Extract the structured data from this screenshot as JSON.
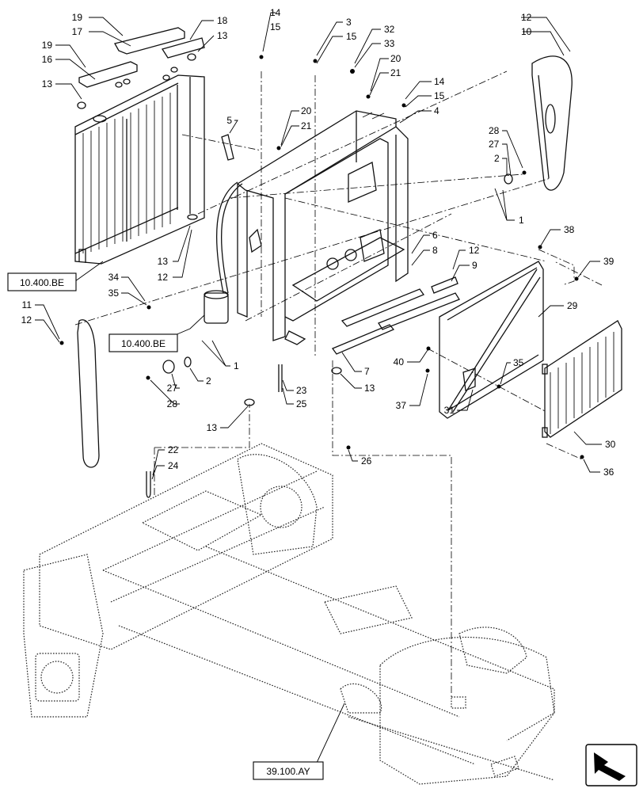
{
  "callouts": [
    "1",
    "2",
    "3",
    "4",
    "5",
    "6",
    "7",
    "8",
    "9",
    "10",
    "11",
    "12",
    "13",
    "14",
    "15",
    "16",
    "17",
    "18",
    "19",
    "20",
    "21",
    "22",
    "23",
    "24",
    "25",
    "26",
    "27",
    "28",
    "29",
    "30",
    "31",
    "32",
    "33",
    "34",
    "35",
    "36",
    "37",
    "38",
    "39",
    "40"
  ],
  "labels": {
    "l1": "19",
    "l2": "17",
    "l3": "18",
    "l4": "13",
    "l5": "19",
    "l6": "16",
    "l7": "13",
    "l8": "14",
    "l9": "15",
    "l10": "3",
    "l11": "15",
    "l12": "32",
    "l13": "33",
    "l14": "20",
    "l15": "21",
    "l16": "14",
    "l17": "15",
    "l18": "4",
    "l19": "20",
    "l20": "21",
    "l21": "5",
    "l22": "12",
    "l23": "10",
    "l24": "28",
    "l25": "27",
    "l26": "2",
    "l27": "1",
    "l28": "13",
    "l29": "12",
    "l30": "38",
    "l31": "39",
    "l32": "6",
    "l33": "8",
    "l34": "12",
    "l35": "9",
    "l36": "34",
    "l37": "35",
    "l38": "29",
    "l39": "11",
    "l40": "12",
    "l41": "1",
    "l42": "27",
    "l43": "2",
    "l44": "28",
    "l45": "23",
    "l46": "25",
    "l47": "7",
    "l48": "13",
    "l49": "40",
    "l50": "35",
    "l51": "37",
    "l52": "31",
    "l53": "30",
    "l54": "13",
    "l55": "22",
    "l56": "24",
    "l57": "26",
    "l58": "36"
  },
  "references": {
    "ref_left": "10.400.BE",
    "ref_mid": "10.400.BE",
    "ref_bottom": "39.100.AY"
  },
  "icons": {
    "nav": "arrow-navigation-icon"
  }
}
